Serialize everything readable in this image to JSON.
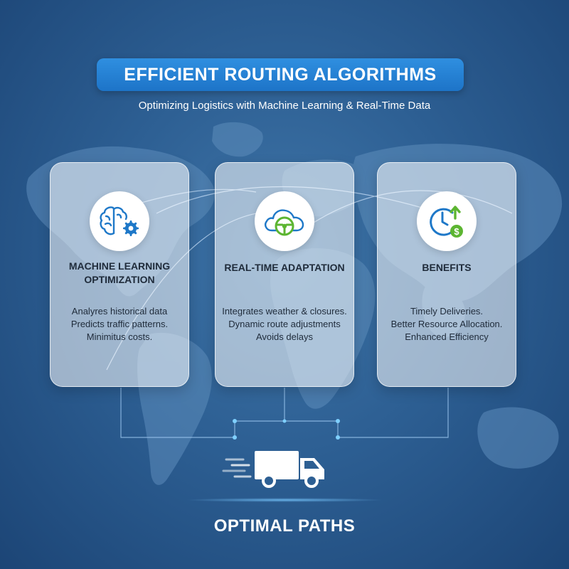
{
  "header": {
    "title": "EFFICIENT ROUTING ALGORITHMS",
    "subtitle": "Optimizing Logistics with Machine Learning & Real-Time Data"
  },
  "cards": [
    {
      "heading_line1": "MACHINE LEARNING",
      "heading_line2": "OPTIMIZATION",
      "lines": [
        "Analyres historical data",
        "Predicts traffic patterns.",
        "Minimitus costs."
      ],
      "icon": "brain-gear-icon"
    },
    {
      "heading_line1": "REAL-TIME ADAPTATION",
      "lines": [
        "Integrates weather & closures.",
        "Dynamic route adjustments",
        "Avoids delays"
      ],
      "icon": "cloud-steering-wheel-icon"
    },
    {
      "heading_line1": "BENEFITS",
      "lines": [
        "Timely Deliveries.",
        "Better Resource Allocation.",
        "Enhanced Efficiency"
      ],
      "icon": "clock-dollar-icon"
    }
  ],
  "footer": {
    "title": "OPTIMAL PATHS",
    "icon": "delivery-truck-icon"
  },
  "colors": {
    "background": "#2d5f93",
    "title_pill": "#1d74c8",
    "icon_blue": "#1e78c8",
    "icon_green": "#5cb531"
  }
}
